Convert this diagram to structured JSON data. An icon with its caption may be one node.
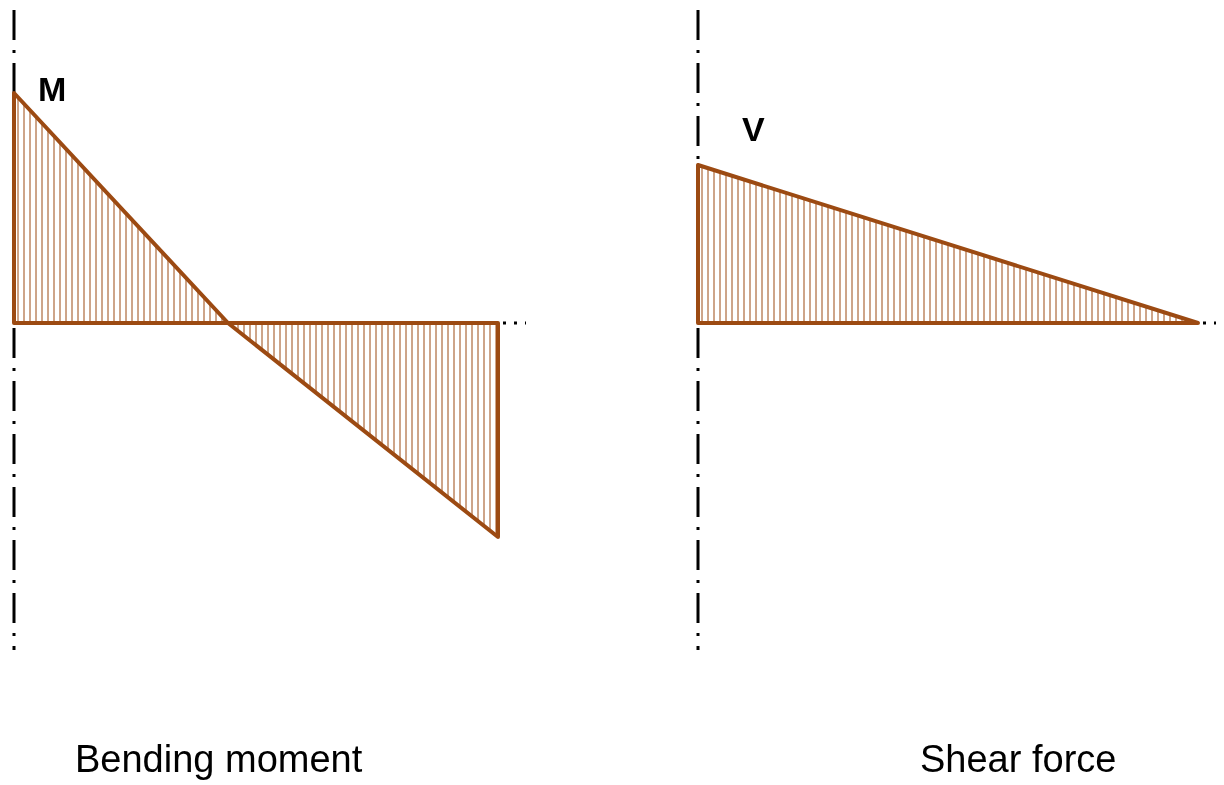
{
  "diagram": {
    "labels": [
      "M",
      "V",
      "Bending moment",
      "Shear force"
    ]
  }
}
